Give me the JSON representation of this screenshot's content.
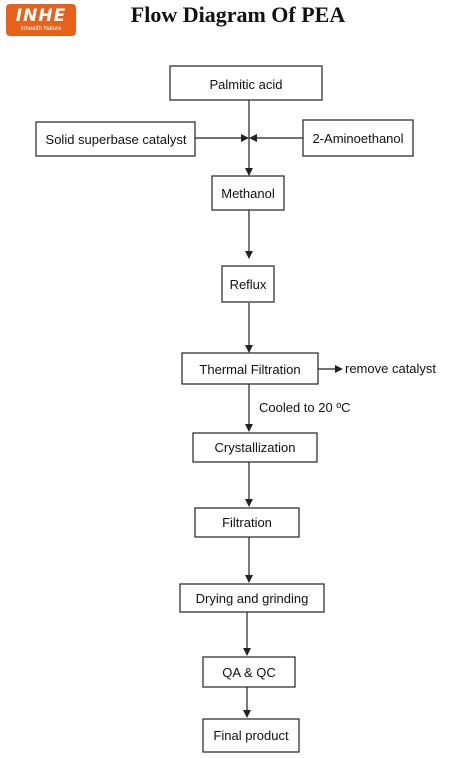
{
  "logo": {
    "main": "INHE",
    "sub": "Inhealth Nature"
  },
  "title": "Flow Diagram Of PEA",
  "steps": {
    "palmitic_acid": "Palmitic acid",
    "catalyst": "Solid superbase  catalyst",
    "aminoethanol": "2-Aminoethanol",
    "methanol": "Methanol",
    "reflux": "Reflux",
    "thermal_filtration": "Thermal Filtration",
    "remove_catalyst": "remove catalyst",
    "cooled": "Cooled to 20 ºC",
    "crystallization": "Crystallization",
    "filtration": "Filtration",
    "drying": "Drying and  grinding",
    "qa_qc": "QA & QC",
    "final": "Final product"
  }
}
